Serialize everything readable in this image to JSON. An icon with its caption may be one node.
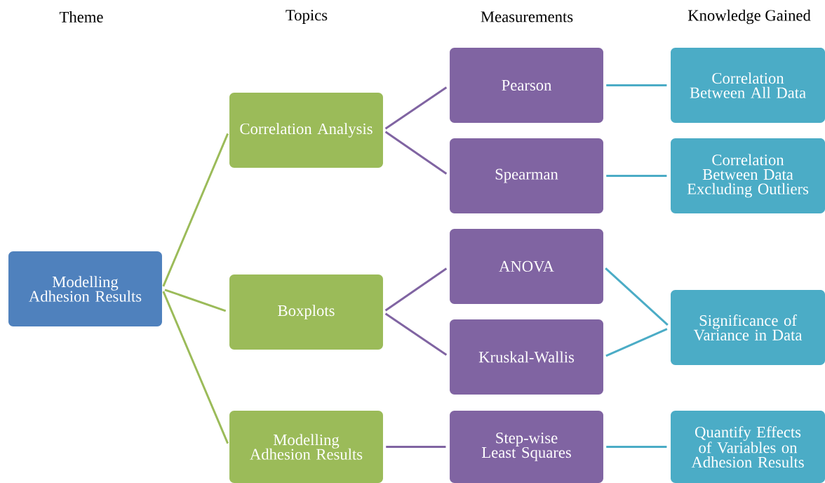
{
  "diagram": {
    "nodes": [
      {
        "text": [
          "Modelling Adhesion Results"
        ]
      },
      {
        "text": [
          "Correlation Analysis"
        ]
      },
      {
        "text": [
          "Boxplots"
        ]
      },
      {
        "text": [
          "Modelling Adhesion Results"
        ]
      },
      {
        "text": [
          "Pearson"
        ]
      },
      {
        "text": [
          "Spearman"
        ]
      },
      {
        "text": [
          "ANOVA"
        ]
      },
      {
        "text": [
          "Kruskal-Wallis"
        ]
      },
      {
        "text": [
          "Step-wise Least Squares"
        ]
      },
      {
        "text": [
          "Correlation Between All Data"
        ]
      },
      {
        "text": [
          "Correlation Between Data Excluding Outliers"
        ]
      },
      {
        "text": [
          "Significance of Variance in Data"
        ]
      },
      {
        "text": [
          "Quantify Effects of Variables on Adhesion Results"
        ]
      }
    ],
    "edges": [
      {
        "from": 0,
        "to": 1,
        "arrow": "none",
        "color": "#9bbb59"
      },
      {
        "from": 0,
        "to": 2,
        "arrow": "none",
        "color": "#9bbb59"
      },
      {
        "from": 0,
        "to": 3,
        "arrow": "none",
        "color": "#9bbb59"
      },
      {
        "from": 1,
        "to": 4,
        "arrow": "none",
        "color": "#8064a2"
      },
      {
        "from": 1,
        "to": 5,
        "arrow": "none",
        "color": "#8064a2"
      },
      {
        "from": 2,
        "to": 6,
        "arrow": "none",
        "color": "#8064a2"
      },
      {
        "from": 2,
        "to": 7,
        "arrow": "none",
        "color": "#8064a2"
      },
      {
        "from": 3,
        "to": 8,
        "arrow": "none",
        "color": "#8064a2"
      },
      {
        "from": 4,
        "to": 9,
        "arrow": "none",
        "color": "#4bacc6"
      },
      {
        "from": 5,
        "to": 10,
        "arrow": "none",
        "color": "#4bacc6"
      },
      {
        "from": 6,
        "to": 11,
        "arrow": "none",
        "color": "#4bacc6"
      },
      {
        "from": 7,
        "to": 11,
        "arrow": "none",
        "color": "#4bacc6"
      },
      {
        "from": 8,
        "to": 12,
        "arrow": "none",
        "color": "#4bacc6"
      }
    ],
    "labels": [
      "Theme",
      "Topics",
      "Measurements",
      "Knowledge Gained"
    ]
  }
}
